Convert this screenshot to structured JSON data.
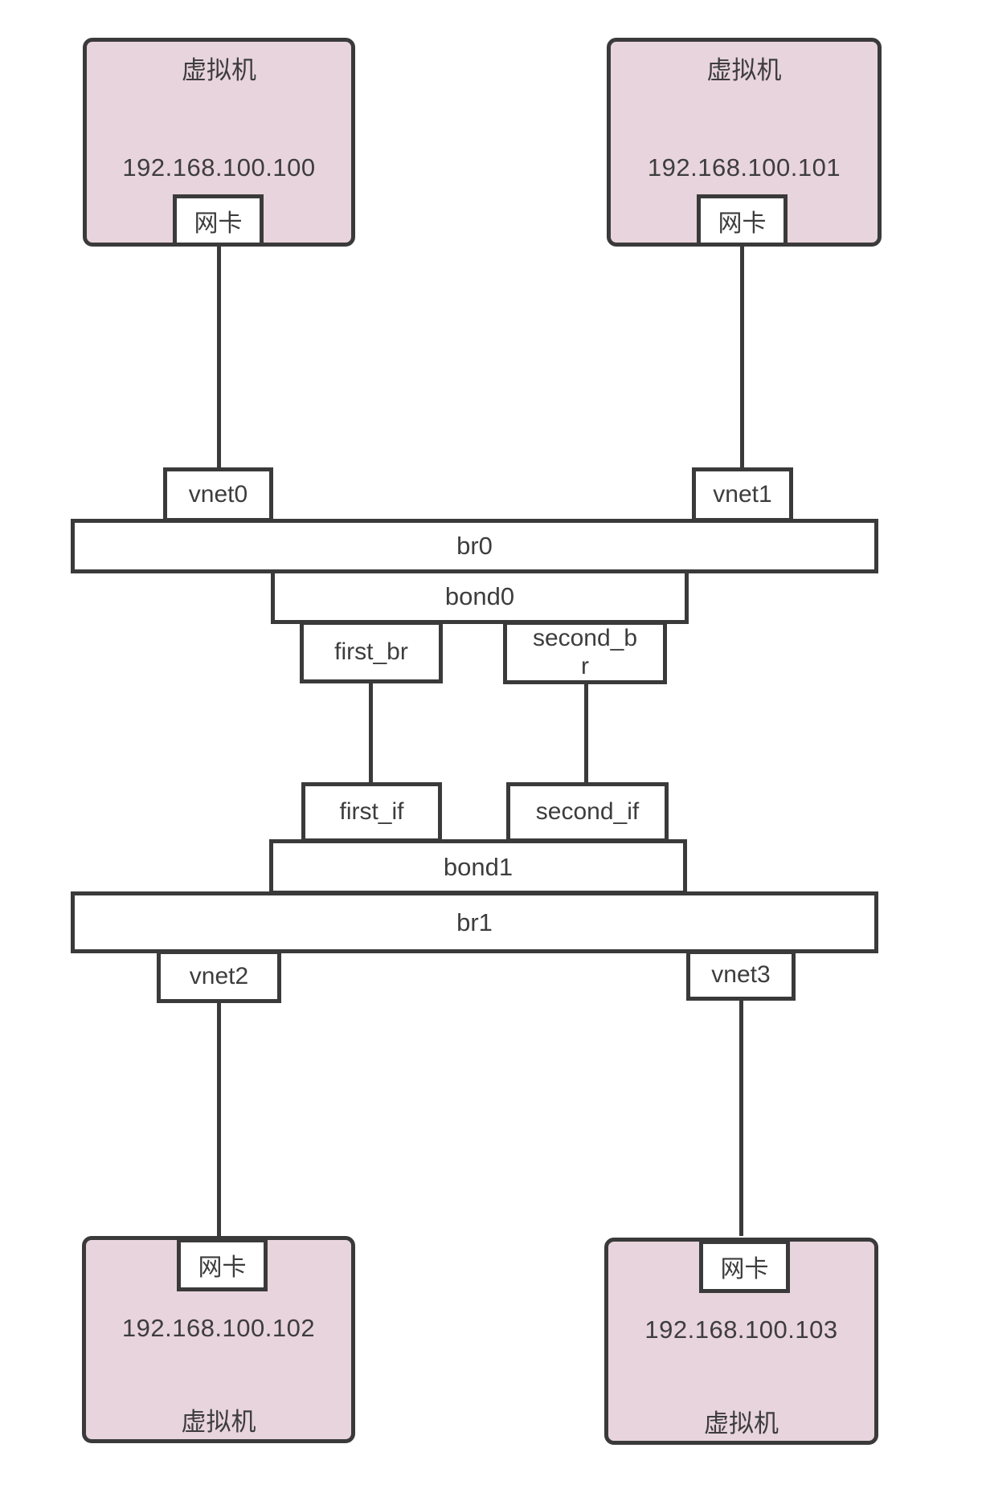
{
  "colors": {
    "vm_fill": "#e8d4dc",
    "stroke": "#3a3a3a",
    "node_fill": "#ffffff",
    "text": "#3d3d3d"
  },
  "vms": {
    "top_left": {
      "title": "虚拟机",
      "ip": "192.168.100.100",
      "nic_label": "网卡"
    },
    "top_right": {
      "title": "虚拟机",
      "ip": "192.168.100.101",
      "nic_label": "网卡"
    },
    "bottom_left": {
      "title": "虚拟机",
      "ip": "192.168.100.102",
      "nic_label": "网卡"
    },
    "bottom_right": {
      "title": "虚拟机",
      "ip": "192.168.100.103",
      "nic_label": "网卡"
    }
  },
  "nodes": {
    "vnet0": "vnet0",
    "vnet1": "vnet1",
    "vnet2": "vnet2",
    "vnet3": "vnet3",
    "br0": "br0",
    "br1": "br1",
    "bond0": "bond0",
    "bond1": "bond1",
    "first_br": "first_br",
    "second_br": "second_br",
    "first_if": "first_if",
    "second_if": "second_if"
  }
}
